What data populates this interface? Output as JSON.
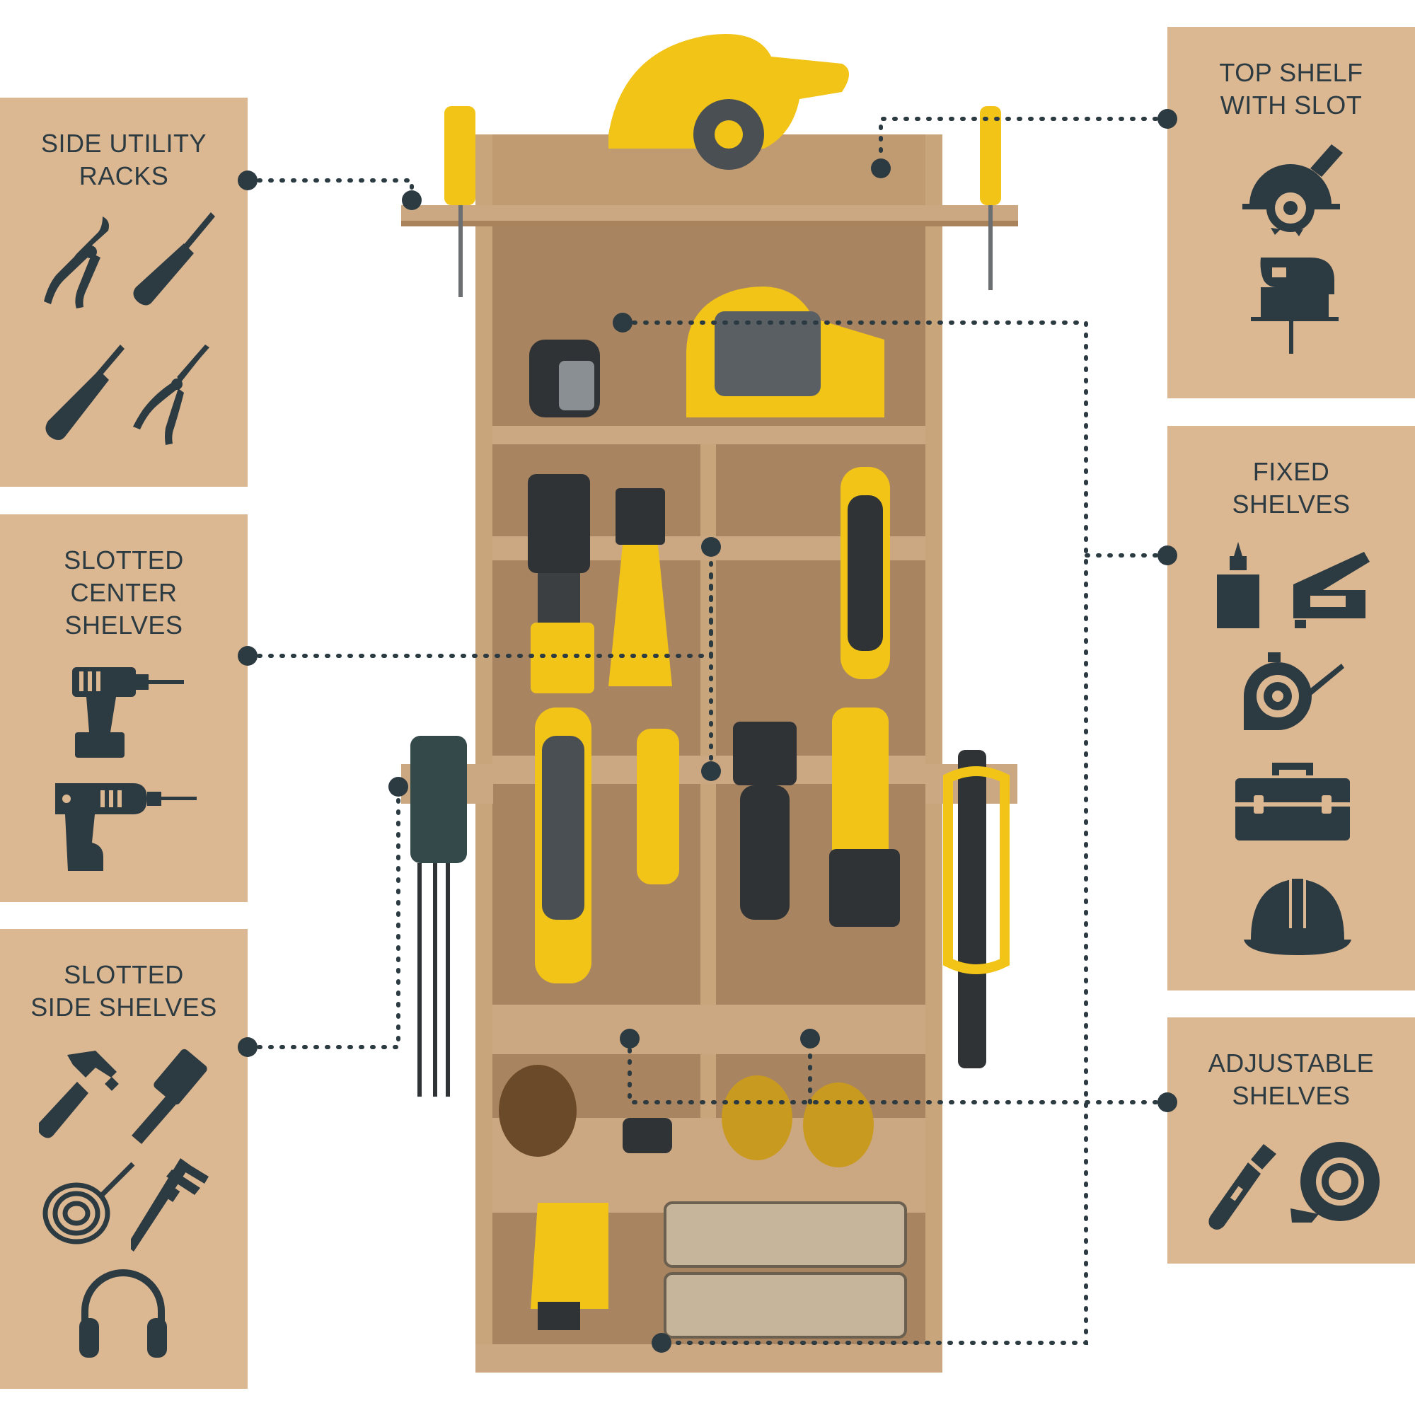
{
  "colors": {
    "panel_bg": "#dcb892",
    "icon_dark": "#2c3a42",
    "mdf_wood": "#c9a57c",
    "mdf_dark": "#a9835b",
    "tool_yellow": "#f2c418",
    "tool_black": "#2f3336",
    "tool_grey": "#8a8f93"
  },
  "labels": {
    "side_utility_racks": "SIDE UTILITY\nRACKS",
    "slotted_center_shelves": "SLOTTED\nCENTER\nSHELVES",
    "slotted_side_shelves": "SLOTTED\nSIDE SHELVES",
    "top_shelf_with_slot": "TOP SHELF\nWITH SLOT",
    "fixed_shelves": "FIXED\nSHELVES",
    "adjustable_shelves": "ADJUSTABLE\nSHELVES"
  },
  "icons": {
    "side_utility_racks": [
      "pliers-icon",
      "screwdriver-icon",
      "screwdriver-icon",
      "needle-nose-pliers-icon"
    ],
    "slotted_center_shelves": [
      "cordless-drill-icon",
      "impact-driver-icon"
    ],
    "slotted_side_shelves": [
      "hammer-icon",
      "sledgehammer-icon",
      "rope-icon",
      "caliper-icon",
      "ear-muffs-icon"
    ],
    "top_shelf_with_slot": [
      "circular-saw-icon",
      "jigsaw-icon"
    ],
    "fixed_shelves": [
      "glue-bottle-icon",
      "staple-gun-icon",
      "tape-measure-icon",
      "toolbox-icon",
      "hard-hat-icon"
    ],
    "adjustable_shelves": [
      "utility-knife-icon",
      "tape-roll-icon"
    ]
  }
}
